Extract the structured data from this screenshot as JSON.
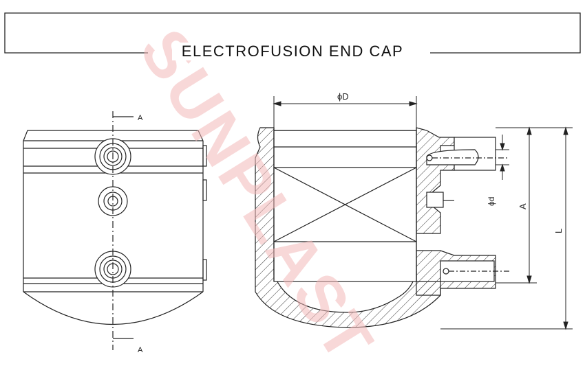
{
  "title": "ELECTROFUSION END CAP",
  "watermark": "SUNPLAST",
  "colors": {
    "line": "#222222",
    "watermark_red": "#f2b8b8",
    "watermark_blue": "#c9d6e8"
  },
  "side_view": {
    "section_label_top": "A",
    "section_label_bottom": "A"
  },
  "section_view": {
    "dim_outer_diameter": "ϕD",
    "dim_terminal": "ϕd",
    "dim_a": "A",
    "dim_l": "L"
  }
}
